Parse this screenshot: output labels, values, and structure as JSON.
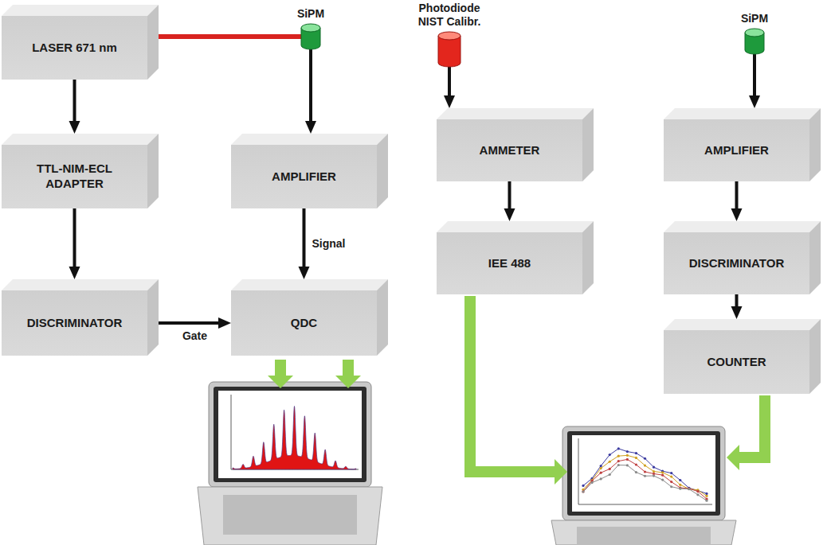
{
  "diagram": {
    "nodes": [
      {
        "text": [
          "LASER 671 nm"
        ]
      },
      {
        "text": [
          "SiPM"
        ]
      },
      {
        "text": [
          "Photodiode NIST Calibr."
        ]
      },
      {
        "text": [
          "SiPM"
        ]
      },
      {
        "text": [
          "TTL-NIM-ECL ADAPTER"
        ]
      },
      {
        "text": [
          "AMPLIFIER"
        ]
      },
      {
        "text": [
          "AMMETER"
        ]
      },
      {
        "text": [
          "AMPLIFIER"
        ]
      },
      {
        "text": [
          "DISCRIMINATOR"
        ]
      },
      {
        "text": [
          "QDC"
        ]
      },
      {
        "text": [
          "IEE 488"
        ]
      },
      {
        "text": [
          "DISCRIMINATOR"
        ]
      },
      {
        "text": [
          "COUNTER"
        ]
      }
    ],
    "edges": [
      {
        "from": 0,
        "to": 4,
        "arrow": "to"
      },
      {
        "from": 0,
        "to": 1,
        "arrow": "none"
      },
      {
        "from": 1,
        "to": 5,
        "arrow": "to"
      },
      {
        "from": 5,
        "to": 9,
        "arrow": "to",
        "label": "Signal"
      },
      {
        "from": 4,
        "to": 8,
        "arrow": "to"
      },
      {
        "from": 8,
        "to": 9,
        "arrow": "to",
        "label": "Gate"
      },
      {
        "from": 2,
        "to": 6,
        "arrow": "to"
      },
      {
        "from": 6,
        "to": 10,
        "arrow": "to"
      },
      {
        "from": 3,
        "to": 7,
        "arrow": "to"
      },
      {
        "from": 7,
        "to": 11,
        "arrow": "to"
      },
      {
        "from": 11,
        "to": 12,
        "arrow": "to"
      }
    ]
  }
}
